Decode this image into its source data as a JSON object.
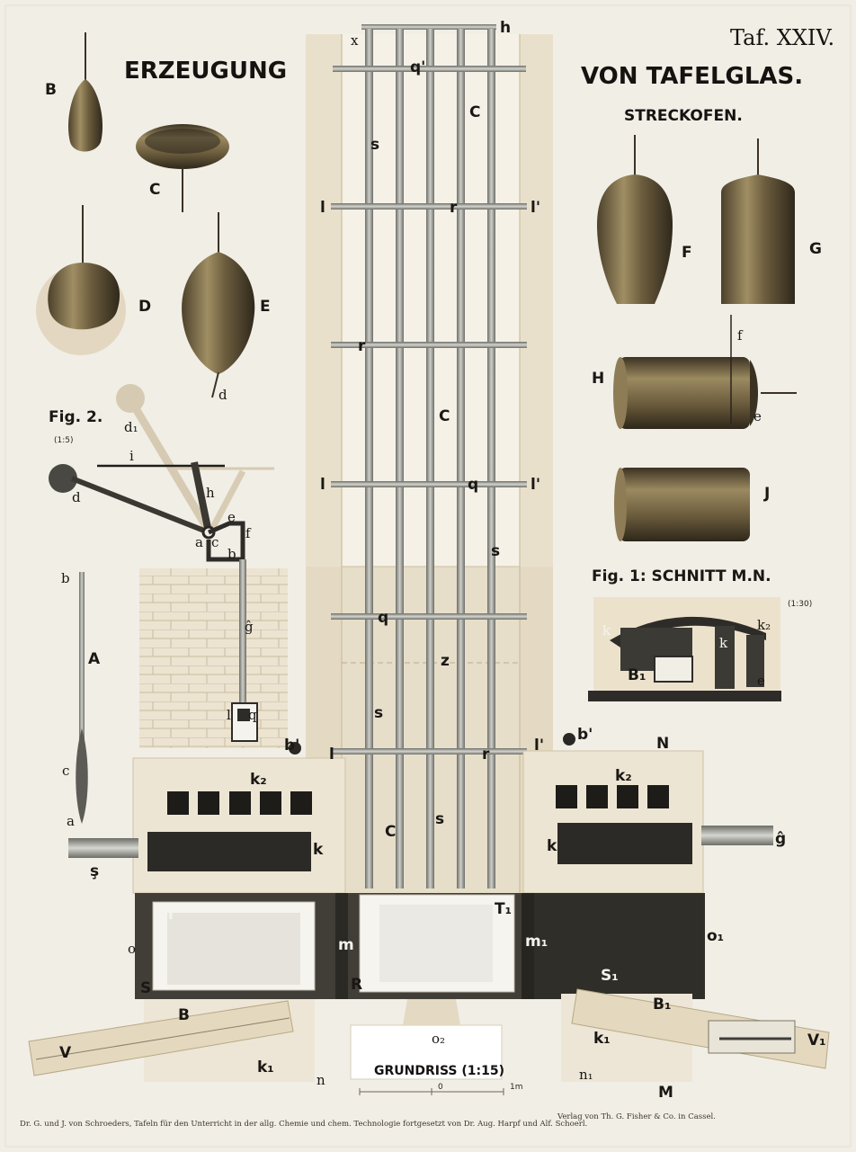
{
  "plate": {
    "number": "Taf. XXIV.",
    "title_left": "ERZEUGUNG",
    "title_right": "VON TAFELGLAS.",
    "subtitle": "STRECKOFEN.",
    "fig2_label": "Fig. 2.",
    "fig2_scale": "(1:5)",
    "fig1_label": "Fig. 1: SCHNITT  M.N.",
    "fig1_scale": "(1:30)",
    "plan_label": "GRUNDRISS (1:15)",
    "ruler_mark_0": "0",
    "ruler_mark_1": "1m",
    "footer_left": "Dr. G. und J. von Schroeders, Tafeln für den Unterricht in der allg. Chemie und chem. Technologie fortgesetzt von Dr. Aug. Harpf und Alf. Schoerl.",
    "footer_right": "Verlag von Th. G. Fisher & Co. in Cassel."
  },
  "labels": {
    "B": "B",
    "C": "C",
    "D": "D",
    "E": "E",
    "F": "F",
    "G": "G",
    "H": "H",
    "J": "J",
    "A": "A",
    "N": "N",
    "M": "M",
    "T": "T",
    "T1": "T₁",
    "R": "R",
    "S": "S",
    "S1": "S₁",
    "V": "V",
    "V1": "V₁",
    "B1": "B₁",
    "d": "d",
    "d1": "d₁",
    "i": "i",
    "h": "h",
    "e": "e",
    "f": "f",
    "a": "a",
    "c": "c",
    "b": "b",
    "g": "ĝ",
    "l": "l",
    "q": "q",
    "qp": "q'",
    "x": "x",
    "r": "r",
    "lp": "l'",
    "s": "s",
    "z": "z",
    "bp": "b'",
    "k": "k",
    "k1": "k₁",
    "k2": "k₂",
    "m": "m",
    "m1": "m₁",
    "o": "o",
    "o1": "o₁",
    "o2": "o₂",
    "n": "n",
    "n1": "n₁",
    "gs": "ş"
  },
  "colors": {
    "paper": "#f1eee6",
    "brick": "#e6dcc7",
    "brick_dark": "#d6c9ad",
    "chamber": "#3f3d35",
    "rod": "#8c8c86",
    "bronze": "#6e5f42"
  }
}
